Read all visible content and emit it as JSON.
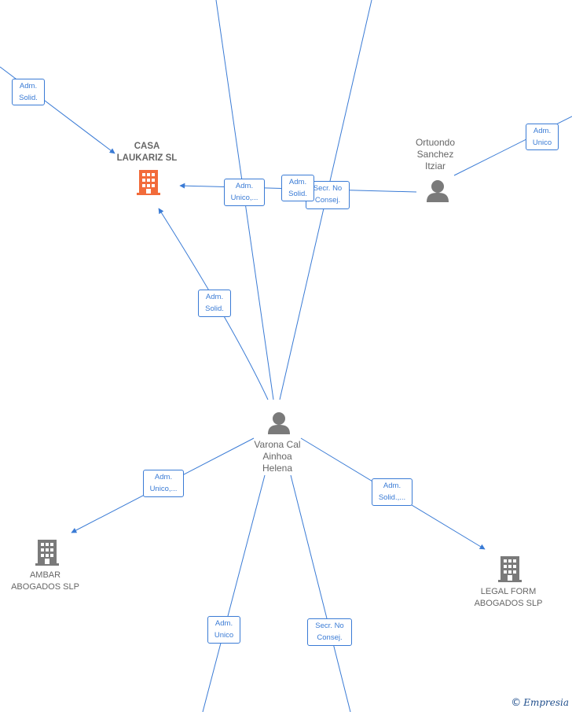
{
  "colors": {
    "edge": "#3a7bd5",
    "person": "#7a7a7a",
    "company": "#7a7a7a",
    "highlight": "#f26b3a"
  },
  "nodes": {
    "casa": {
      "label": "CASA\nLAUKARIZ  SL",
      "icon": "building-icon"
    },
    "ortuondo": {
      "label": "Ortuondo\nSanchez\nItziar",
      "icon": "person-icon"
    },
    "varona": {
      "label": "Varona Cal\nAinhoa\nHelena",
      "icon": "person-icon"
    },
    "ambar": {
      "label": "AMBAR\nABOGADOS  SLP",
      "icon": "building-icon"
    },
    "legal": {
      "label": "LEGAL FORM\nABOGADOS  SLP",
      "icon": "building-icon"
    }
  },
  "edge_labels": [
    "Adm.\nSolid.",
    "Adm.\nUnico",
    "Adm.\nUnico,...",
    "Adm.\nSolid.",
    "Secr.  No\nConsej.",
    "Adm.\nSolid.",
    "Adm.\nUnico,...",
    "Adm.\nSolid.,...",
    "Adm.\nUnico",
    "Secr.  No\nConsej."
  ],
  "brand": {
    "copyright": "©",
    "name": "Empresia"
  }
}
